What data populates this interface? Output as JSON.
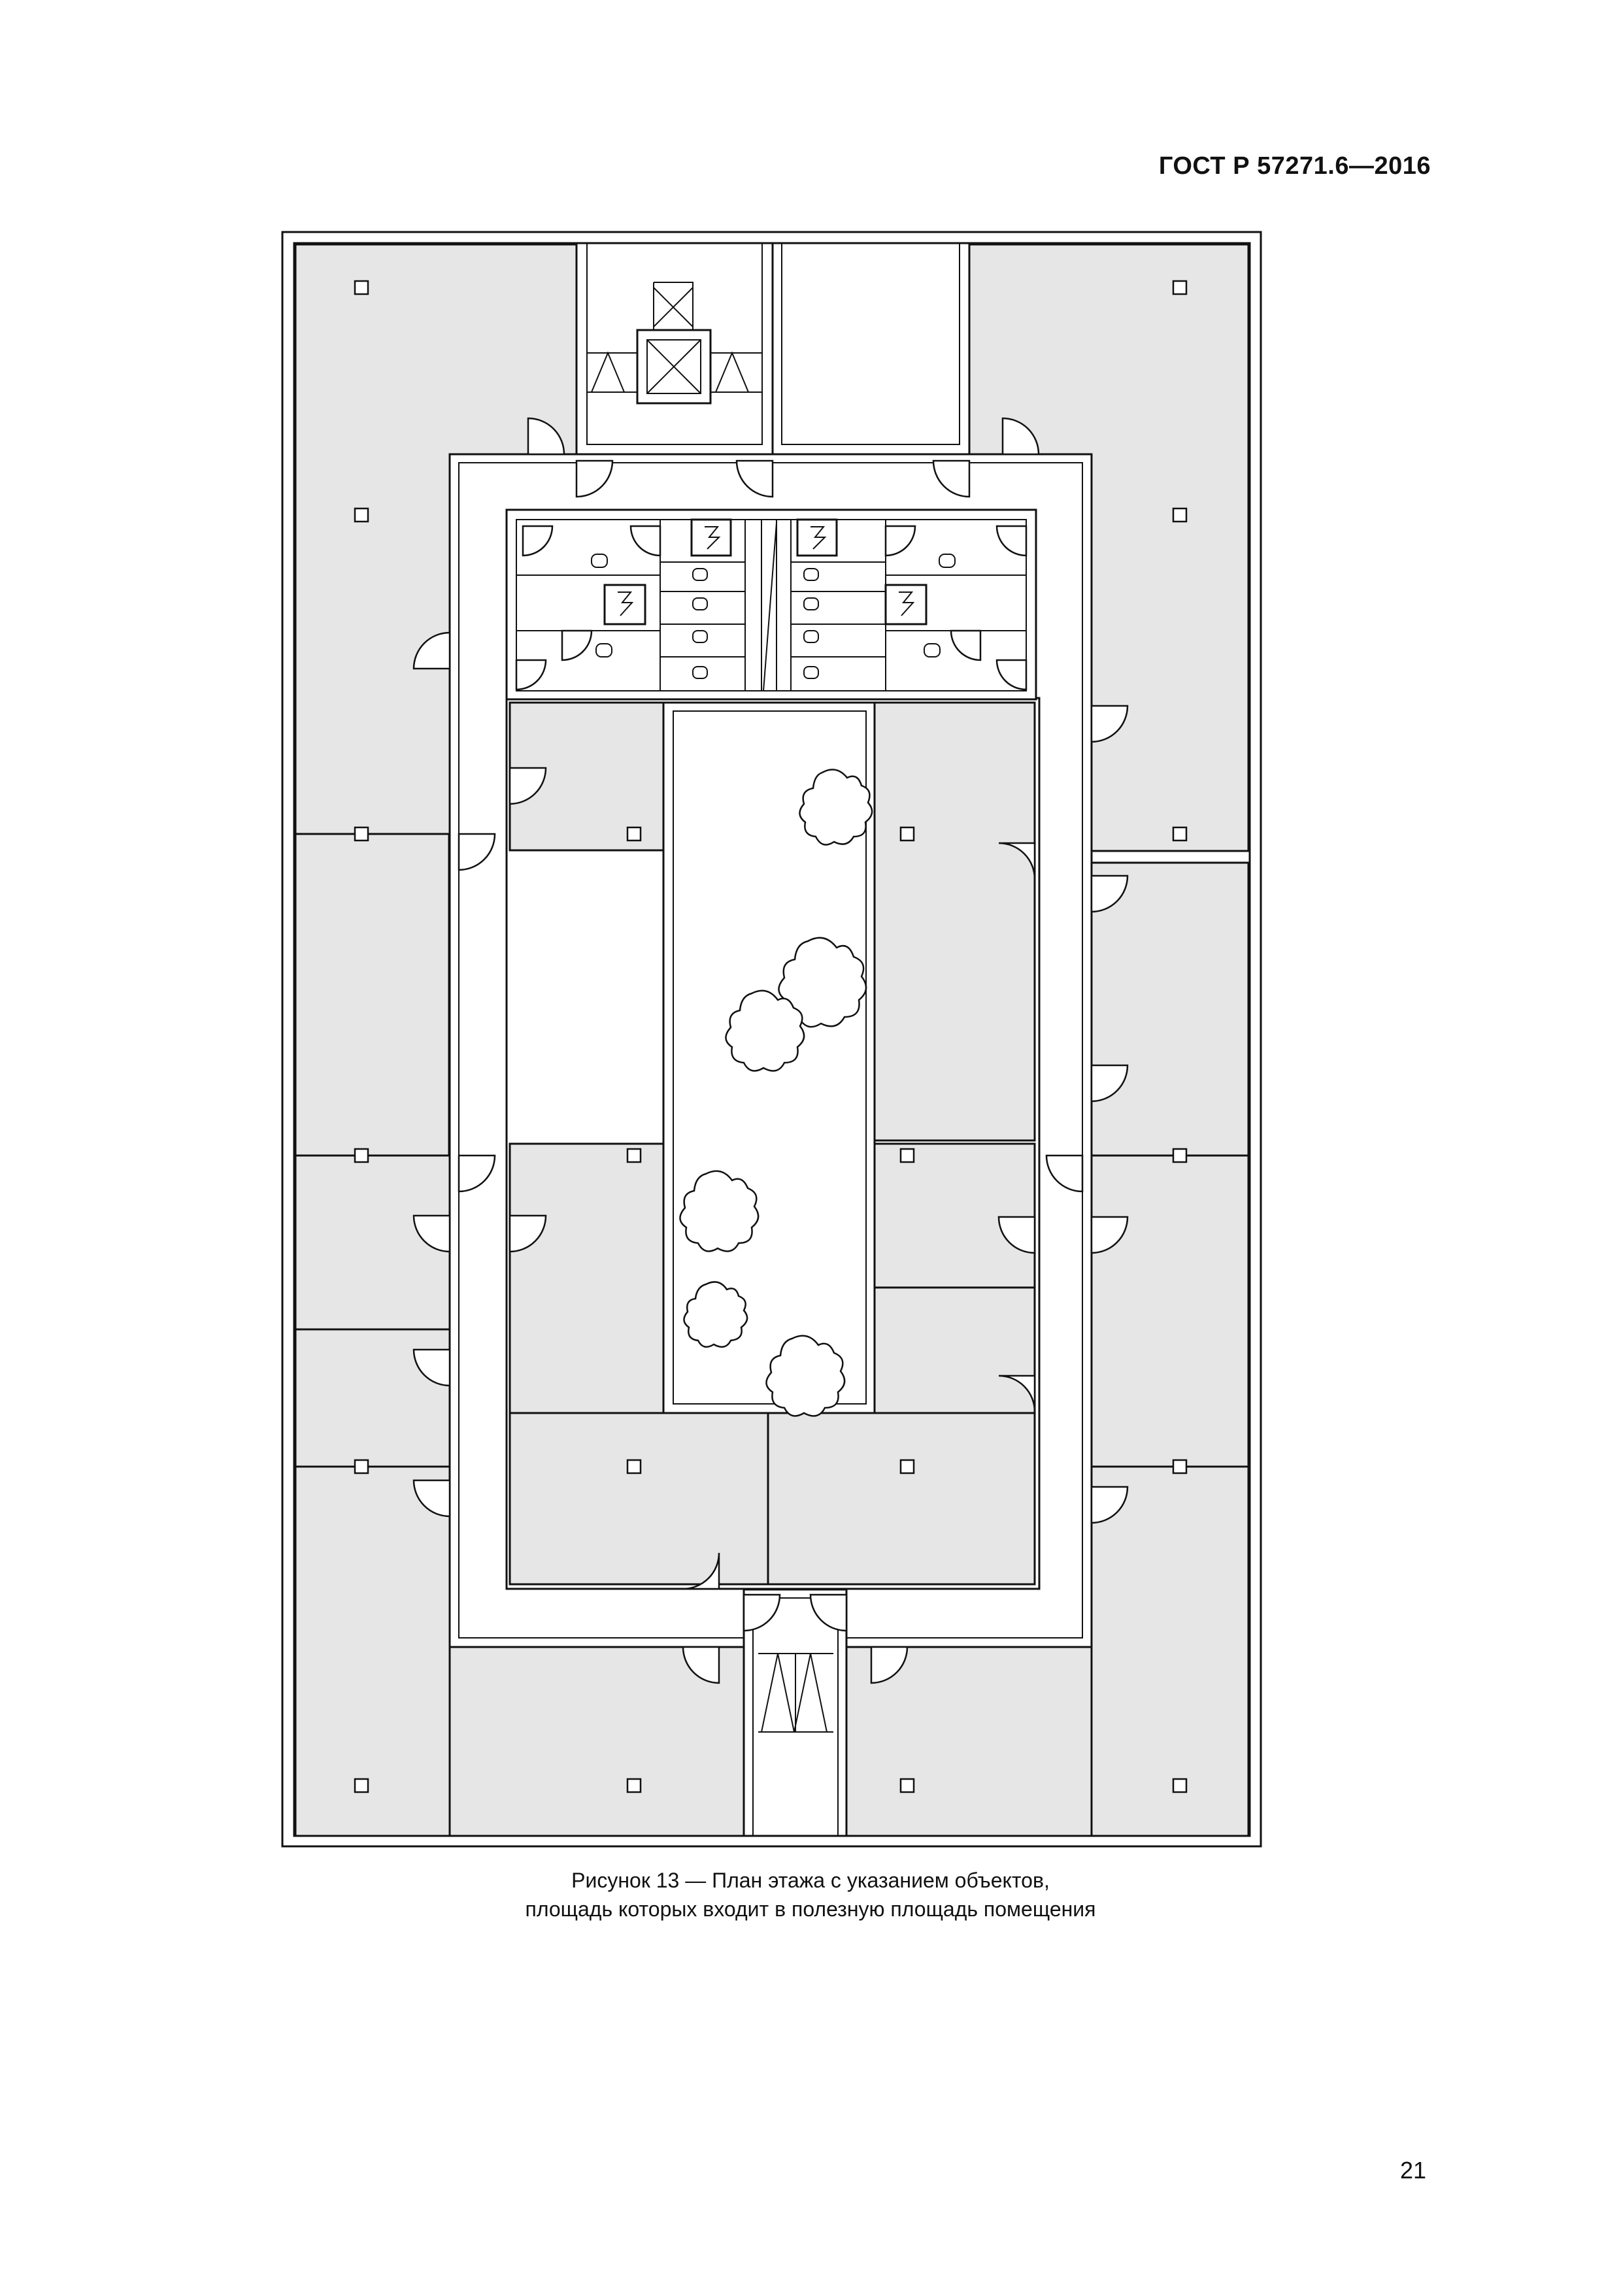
{
  "document": {
    "standard_id": "ГОСТ Р 57271.6—2016",
    "caption_line1": "Рисунок 13 — План этажа с указанием объектов,",
    "caption_line2": "площадь которых входит в полезную площадь помещения",
    "page_number": "21"
  },
  "figure": {
    "kind": "floor-plan",
    "fill_color": "#e6e6e6",
    "line_color": "#111111"
  }
}
